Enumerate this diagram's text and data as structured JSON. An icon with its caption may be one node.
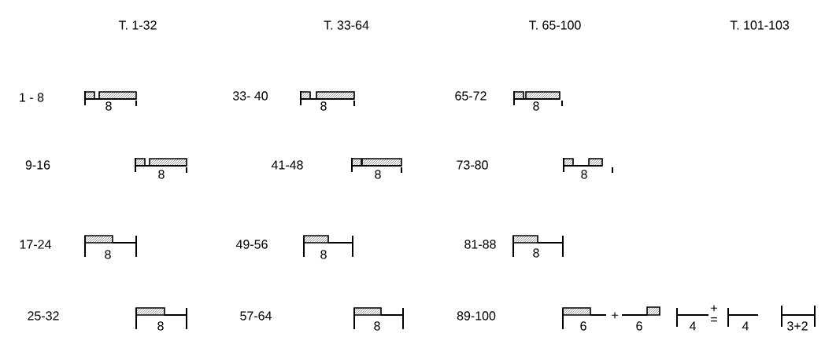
{
  "diagram": {
    "labels": [
      "T. 1-32",
      "T. 33-64",
      "T. 65-100",
      "T. 101-103",
      "1 - 8",
      "8",
      "33- 40",
      "8",
      "65-72",
      "8",
      "9-16",
      "8",
      "41-48",
      "8",
      "73-80",
      "8",
      "17-24",
      "8",
      "49-56",
      "8",
      "81-88",
      "8",
      "25-32",
      "8",
      "57-64",
      "8",
      "89-100",
      "6",
      "+",
      "6",
      "4",
      "+",
      "=",
      "4",
      "3+2"
    ]
  }
}
